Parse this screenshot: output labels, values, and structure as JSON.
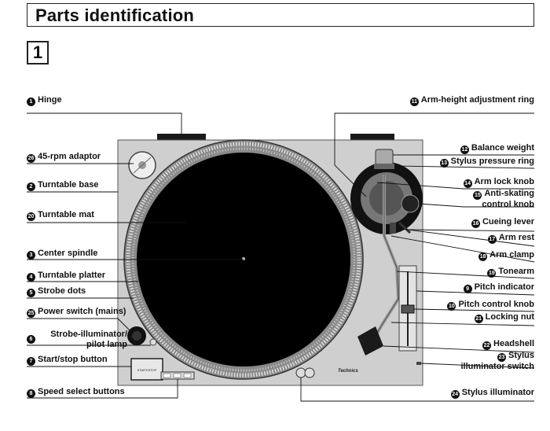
{
  "header": {
    "title": "Parts identification"
  },
  "section_number": "1",
  "labels": {
    "l1": {
      "num": "1",
      "text": "Hinge"
    },
    "l26": {
      "num": "26",
      "text": "45-rpm adaptor"
    },
    "l2": {
      "num": "2",
      "text": "Turntable base"
    },
    "l20": {
      "num": "20",
      "text": "Turntable mat"
    },
    "l3": {
      "num": "3",
      "text": "Center spindle"
    },
    "l4": {
      "num": "4",
      "text": "Turntable platter"
    },
    "l5": {
      "num": "5",
      "text": "Strobe dots"
    },
    "l25": {
      "num": "25",
      "text": "Power switch (mains)"
    },
    "l6": {
      "num": "6",
      "line1": "Strobe-illuminator/",
      "line2": "pilot lamp"
    },
    "l7": {
      "num": "7",
      "text": "Start/stop button"
    },
    "l8": {
      "num": "8",
      "text": "Speed select buttons"
    },
    "l11": {
      "num": "11",
      "text": "Arm-height adjustment ring"
    },
    "l12": {
      "num": "12",
      "text": "Balance weight"
    },
    "l13": {
      "num": "13",
      "text": "Stylus pressure ring"
    },
    "l14": {
      "num": "14",
      "text": "Arm lock knob"
    },
    "l15": {
      "num": "15",
      "line1": "Anti-skating",
      "line2": "control knob"
    },
    "l16": {
      "num": "16",
      "text": "Cueing lever"
    },
    "l17": {
      "num": "17",
      "text": "Arm rest"
    },
    "l18": {
      "num": "18",
      "text": "Arm clamp"
    },
    "l19": {
      "num": "19",
      "text": "Tonearm"
    },
    "l9": {
      "num": "9",
      "text": "Pitch indicator"
    },
    "l10": {
      "num": "10",
      "text": "Pitch control knob"
    },
    "l21": {
      "num": "21",
      "text": "Locking nut"
    },
    "l22": {
      "num": "22",
      "text": "Headshell"
    },
    "l23": {
      "num": "23",
      "line1": "Stylus",
      "line2": "illuminator switch"
    },
    "l24": {
      "num": "24",
      "text": "Stylus illuminator"
    }
  },
  "device": {
    "start_stop_text": "START/STOP",
    "brand_text": "Technics"
  }
}
